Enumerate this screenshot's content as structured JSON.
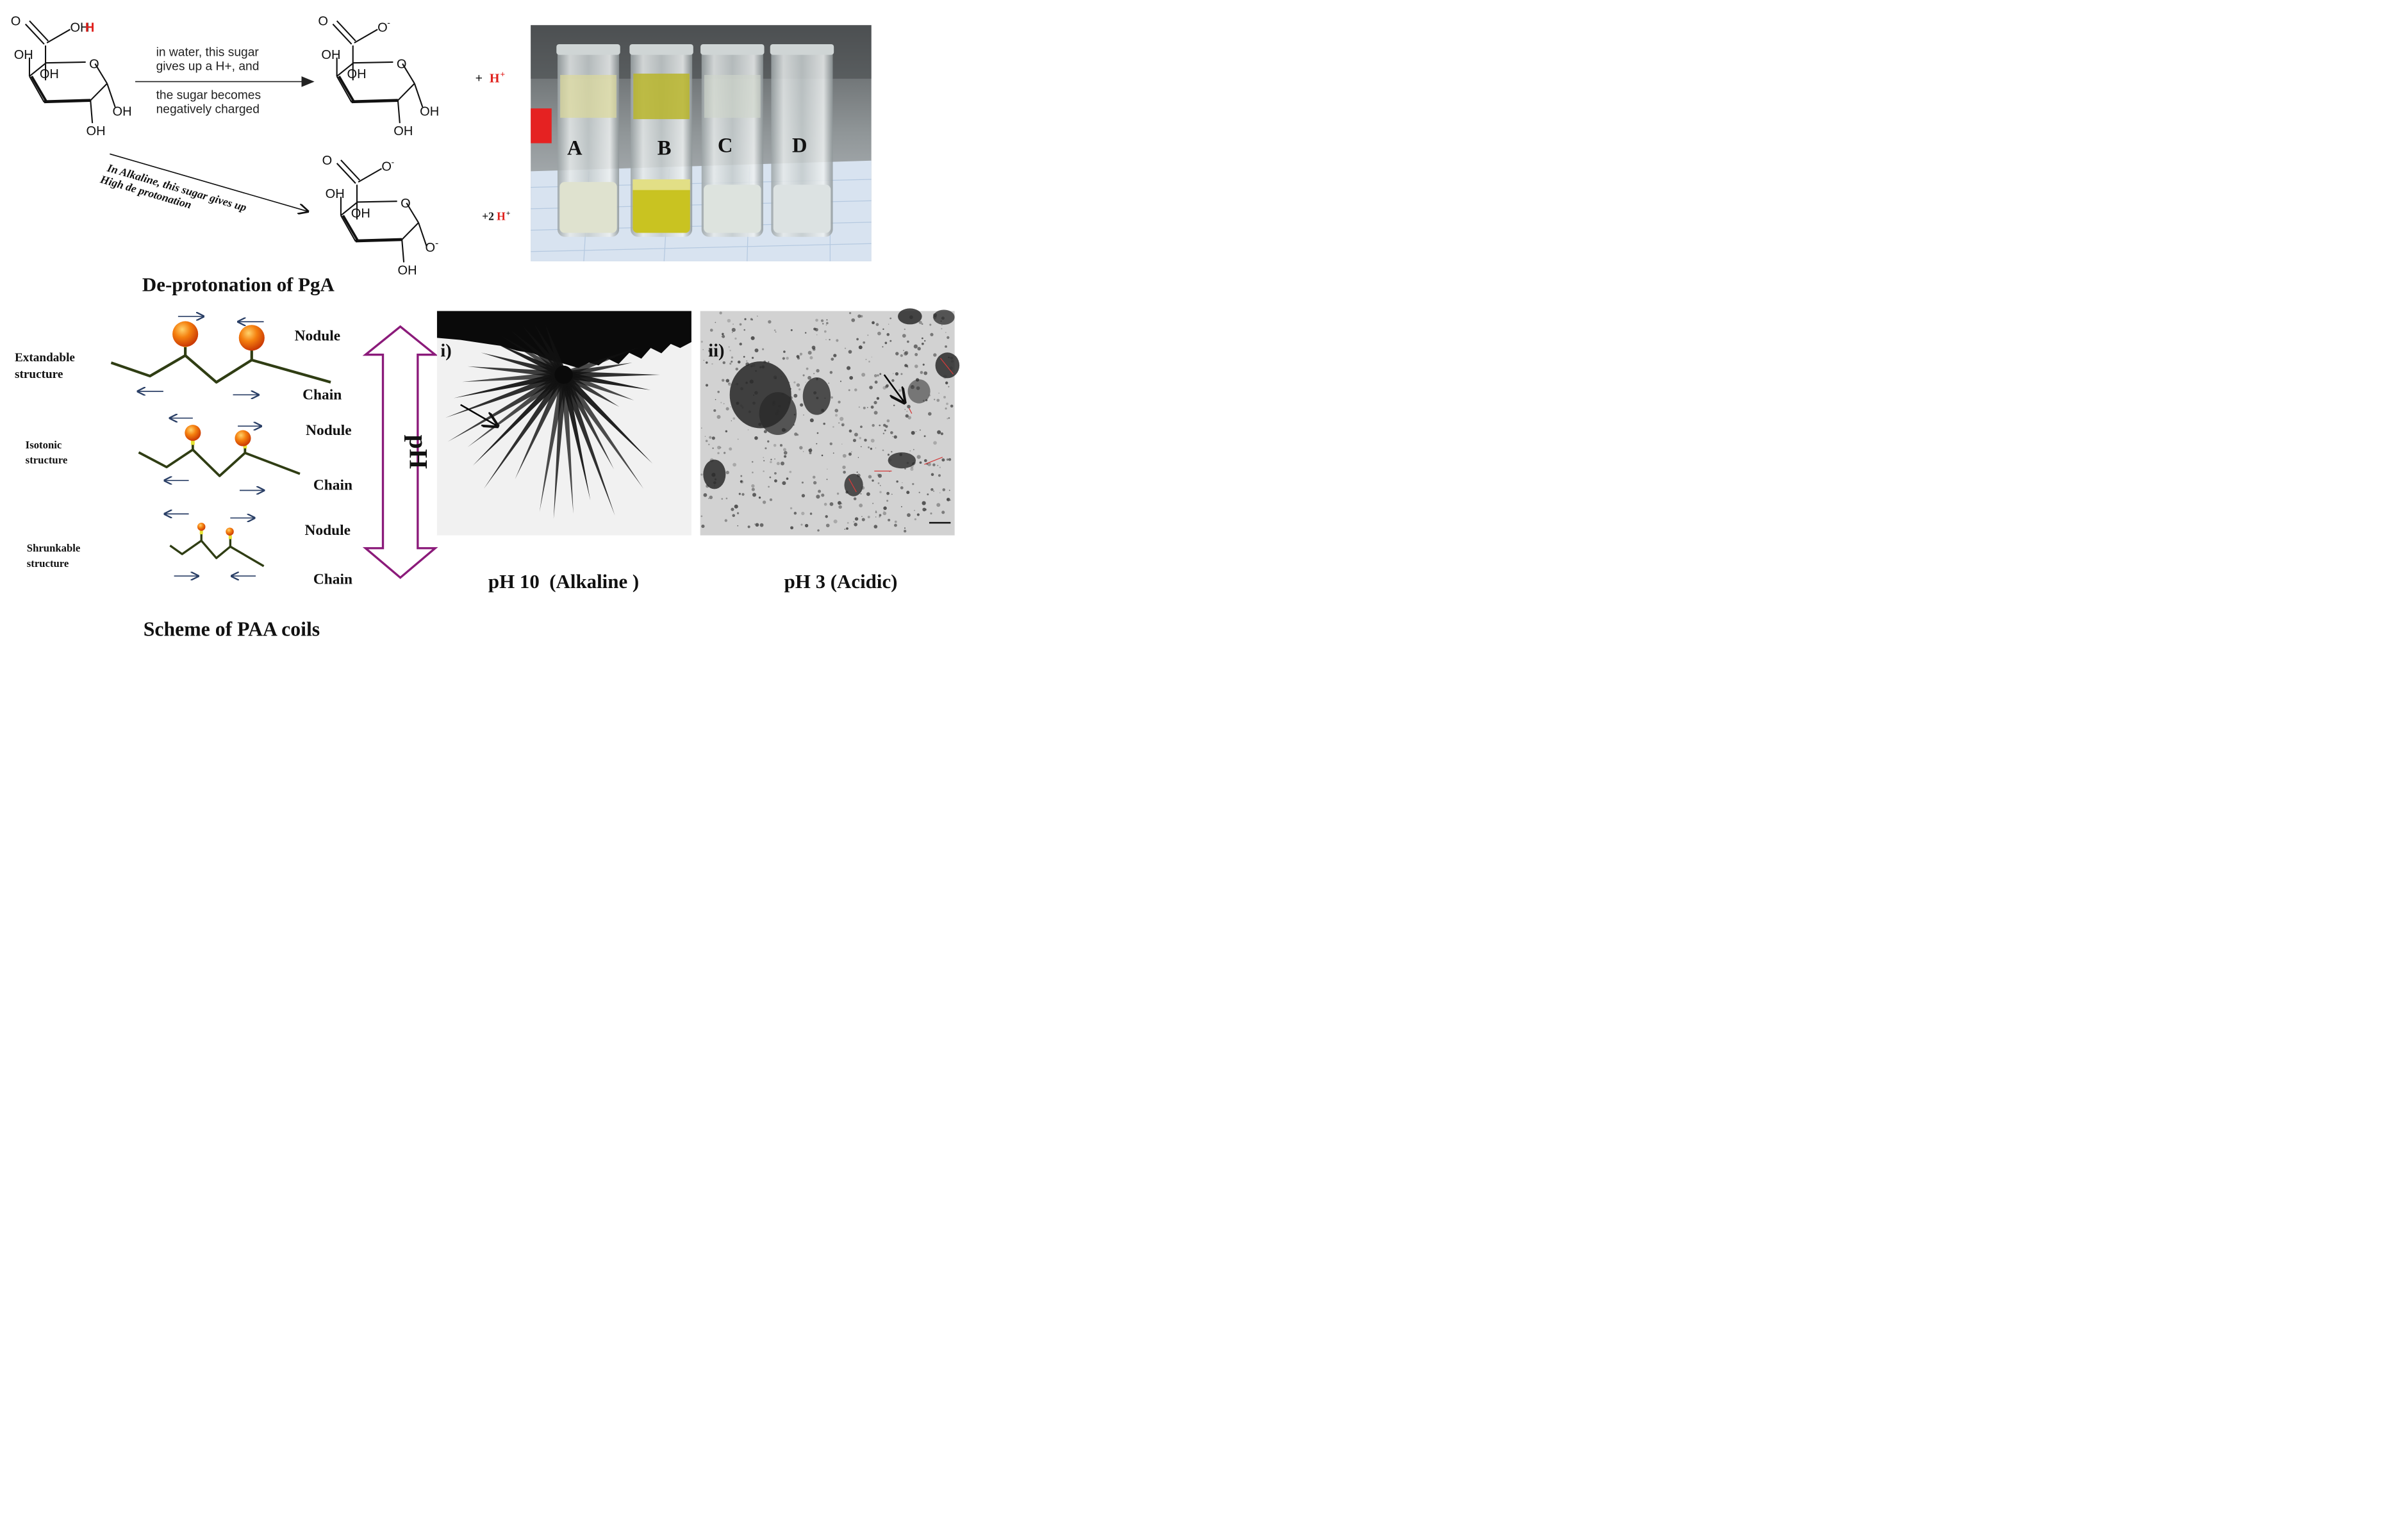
{
  "colors": {
    "accent_red": "#e0201c",
    "ph_arrow": "#8b1a7a",
    "chain_green": "#2f3d13",
    "nodule_orange": "#f25a0c",
    "nodule_stem": "#e4e234",
    "direction_arrow": "#2a3f66"
  },
  "reaction": {
    "atoms": {
      "carbonyl_o": "O",
      "hydroxyl": "OH",
      "acidic_h": "H",
      "carboxylate_o": "O",
      "negative_charge": "-",
      "ring_o": "O",
      "oh_ring_left": "OH",
      "oh_ring_mid": "OH",
      "oh_ring_right": "OH",
      "oh_ring_bottom": "OH",
      "anomeric_o_minus": "O"
    },
    "water_text": [
      "in water, this sugar",
      "gives up a H+, and",
      "the sugar becomes",
      "negatively charged"
    ],
    "alkaline_text": [
      "In Alkaline, this sugar gives up",
      "High de protonation"
    ],
    "proton_1_prefix": "+ ",
    "proton_1": "H",
    "proton_1_charge": "+",
    "proton_2_prefix": "+2",
    "proton_2": "H",
    "proton_2_charge": "+",
    "caption": "De-protonation of PgA"
  },
  "photo": {
    "vial_labels": [
      "A",
      "B",
      "C",
      "D"
    ]
  },
  "scheme": {
    "rows": [
      {
        "name": [
          "Extandable",
          "structure"
        ],
        "nodule": "Nodule",
        "chain": "Chain"
      },
      {
        "name": [
          "Isotonic",
          "structure"
        ],
        "nodule": "Nodule",
        "chain": "Chain"
      },
      {
        "name": [
          "Shrunkable",
          "structure"
        ],
        "nodule": "Nodule",
        "chain": "Chain"
      }
    ],
    "ph_label": "pH",
    "caption": "Scheme of PAA coils"
  },
  "tem": {
    "left_label": "i)",
    "left_caption": "pH 10  (Alkaline )",
    "right_label": "ii)",
    "right_caption": "pH 3 (Acidic)"
  }
}
